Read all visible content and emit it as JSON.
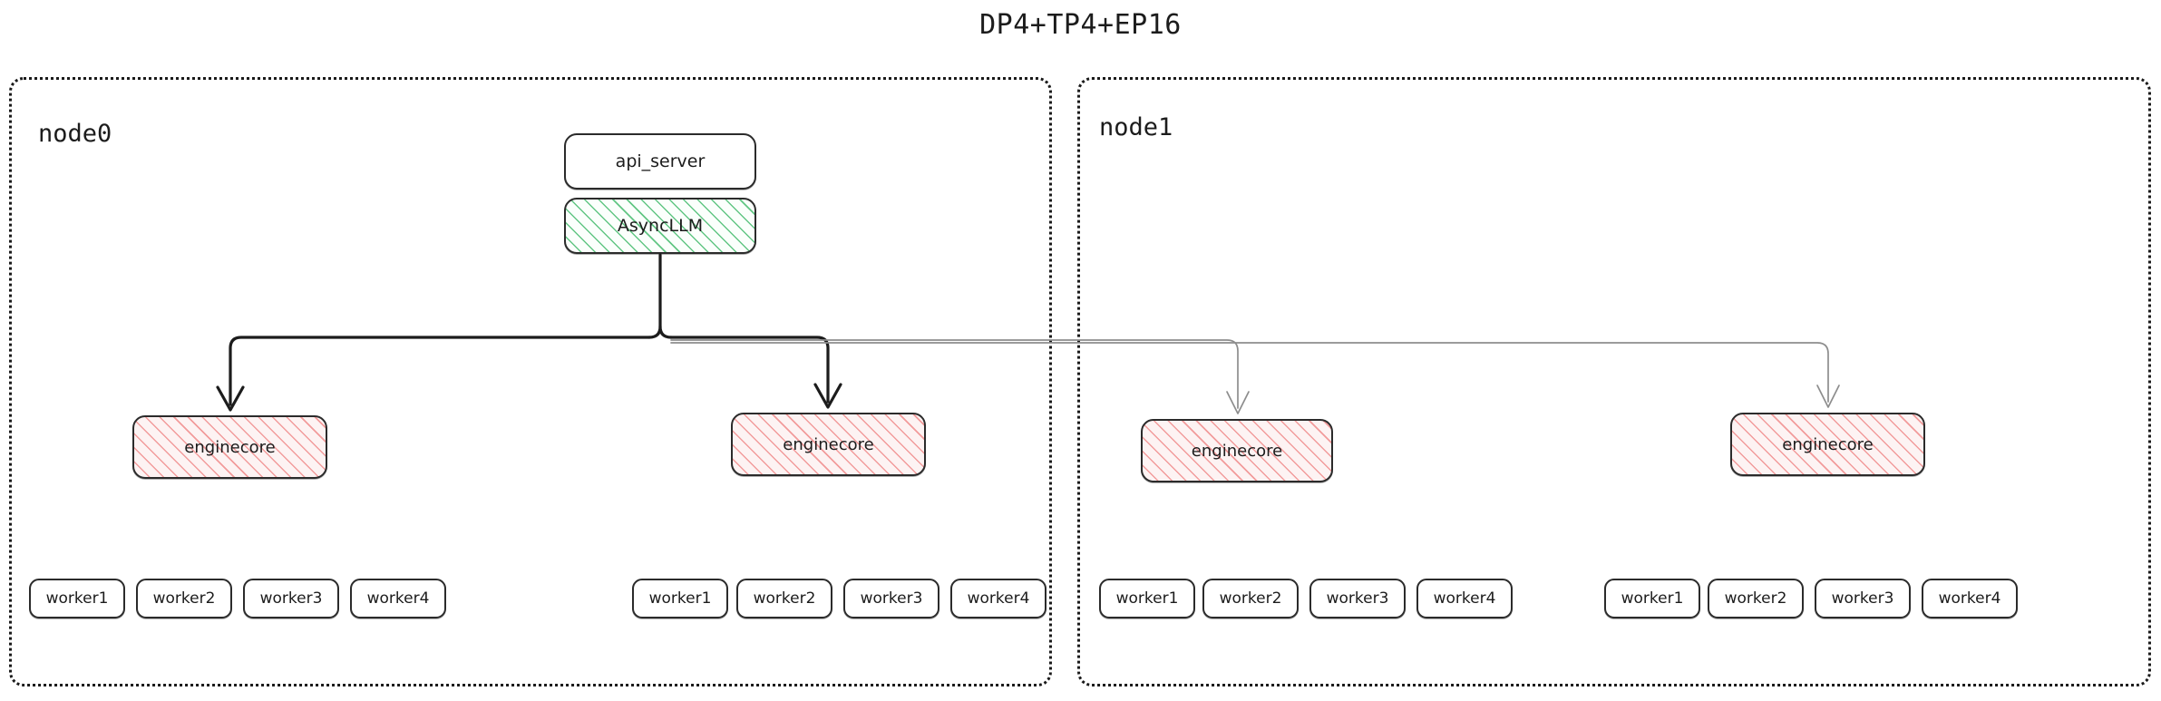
{
  "title": "DP4+TP4+EP16",
  "colors": {
    "background": "#ffffff",
    "text": "#1c1c1c",
    "box_border": "#2b2b2b",
    "container_border": "#1a1a1a",
    "async_hatch": "#5ac37d",
    "async_fill": "#fbfffc",
    "enginecore_hatch": "#f08c8c",
    "enginecore_fill": "#fdf3f3",
    "edge_local": "#1c1c1c",
    "edge_remote": "#8d8d8d"
  },
  "nodes": [
    {
      "id": "node0",
      "label": "node0",
      "has_api_server": true,
      "api_server_label": "api_server",
      "async_llm_label": "AsyncLLM",
      "enginecores": [
        {
          "label": "enginecore",
          "edge_kind": "local",
          "workers": [
            "worker1",
            "worker2",
            "worker3",
            "worker4"
          ]
        },
        {
          "label": "enginecore",
          "edge_kind": "local",
          "workers": [
            "worker1",
            "worker2",
            "worker3",
            "worker4"
          ]
        }
      ]
    },
    {
      "id": "node1",
      "label": "node1",
      "has_api_server": false,
      "enginecores": [
        {
          "label": "enginecore",
          "edge_kind": "remote",
          "workers": [
            "worker1",
            "worker2",
            "worker3",
            "worker4"
          ]
        },
        {
          "label": "enginecore",
          "edge_kind": "remote",
          "workers": [
            "worker1",
            "worker2",
            "worker3",
            "worker4"
          ]
        }
      ]
    }
  ]
}
